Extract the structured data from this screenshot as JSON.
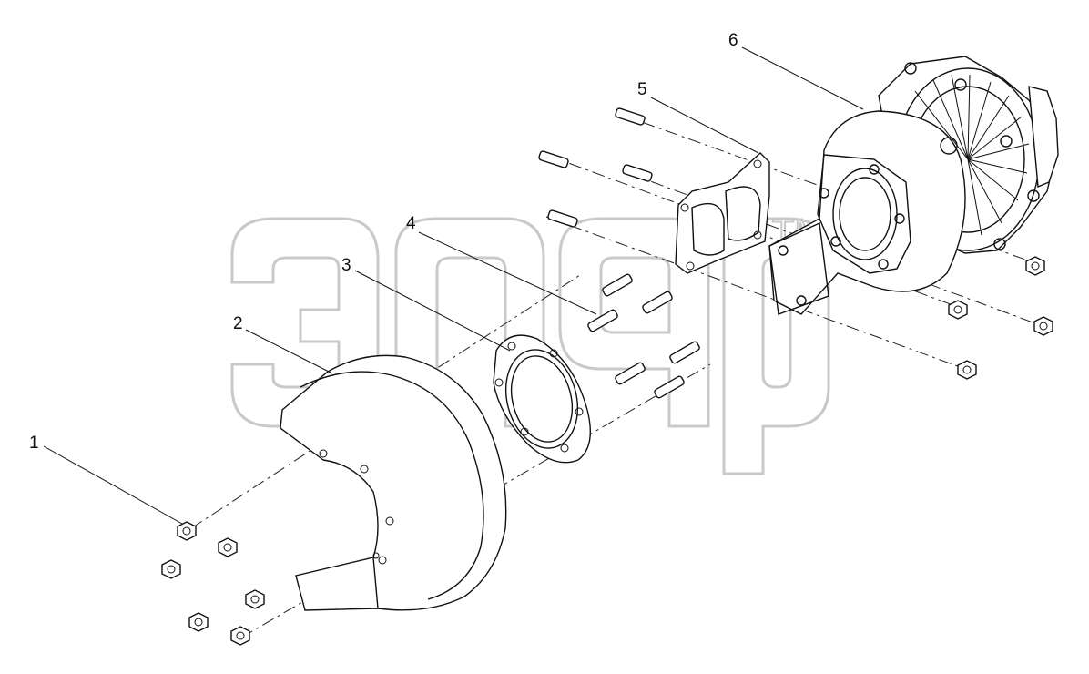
{
  "diagram": {
    "callouts": [
      {
        "id": "1",
        "label": "1"
      },
      {
        "id": "2",
        "label": "2"
      },
      {
        "id": "3",
        "label": "3"
      },
      {
        "id": "4",
        "label": "4"
      },
      {
        "id": "5",
        "label": "5"
      },
      {
        "id": "6",
        "label": "6"
      }
    ],
    "watermark": {
      "trademark": "TM"
    },
    "colors": {
      "line": "#111111",
      "watermark": "#c9c9c9",
      "background": "#ffffff"
    }
  }
}
